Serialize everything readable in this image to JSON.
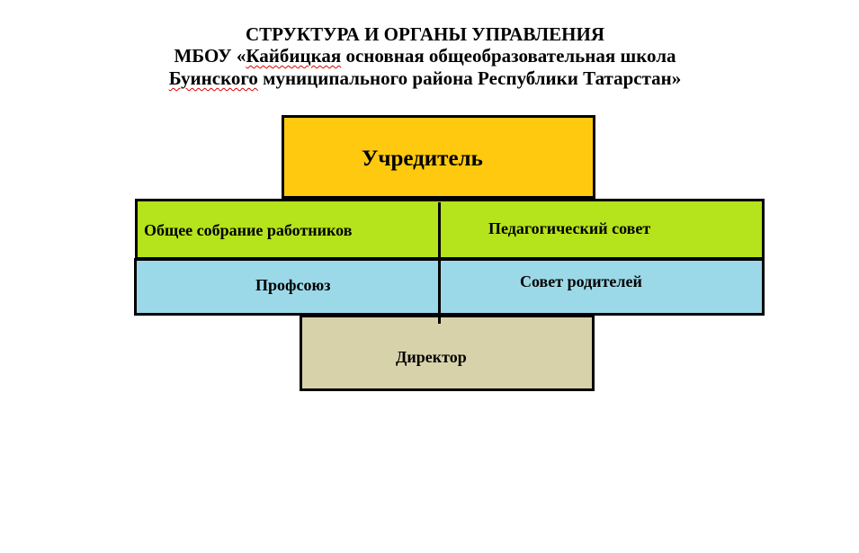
{
  "title": {
    "line1": "СТРУКТУРА И ОРГАНЫ УПРАВЛЕНИЯ",
    "line2_prefix": "МБОУ «",
    "line2_school": "Кайбицкая",
    "line2_suffix": " основная общеобразовательная школа",
    "line3_district": "Буинского",
    "line3_suffix": " муниципального района Республики Татарстан»"
  },
  "nodes": {
    "founder": "Учредитель",
    "general_meeting": "Общее собрание работников",
    "pedagogical_council": "Педагогический совет",
    "trade_union": "Профсоюз",
    "parents_council": "Совет родителей",
    "director": "Директор"
  },
  "colors": {
    "founder": "#fec90f",
    "councils": "#b5e31c",
    "unions": "#9cd9e8",
    "director": "#d8d2aa"
  }
}
